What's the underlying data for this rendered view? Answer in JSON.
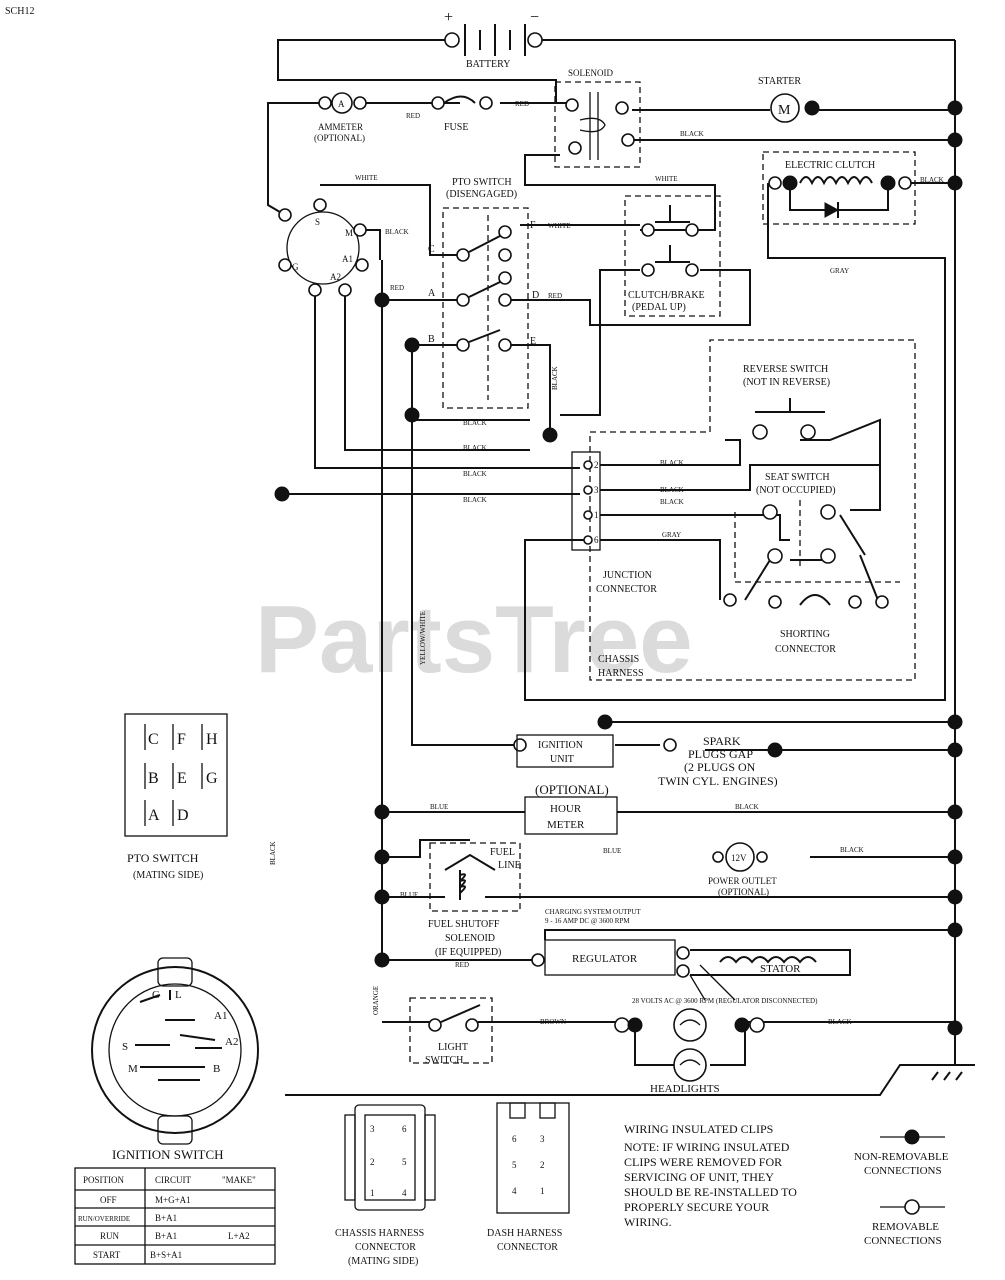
{
  "diagram_id": "SCH12",
  "watermark": "PartsTree",
  "battery": {
    "label": "BATTERY",
    "plus": "+",
    "minus": "−"
  },
  "solenoid": "SOLENOID",
  "starter": {
    "label": "STARTER",
    "symbol": "M"
  },
  "ammeter": {
    "label_line1": "AMMETER",
    "label_line2": "(OPTIONAL)",
    "symbol": "A"
  },
  "fuse": "FUSE",
  "pto_switch_top": {
    "line1": "PTO SWITCH",
    "line2": "(DISENGAGED)"
  },
  "electric_clutch": "ELECTRIC CLUTCH",
  "clutch_brake": {
    "line1": "CLUTCH/BRAKE",
    "line2": "(PEDAL UP)"
  },
  "reverse_switch": {
    "line1": "REVERSE SWITCH",
    "line2": "(NOT IN REVERSE)"
  },
  "seat_switch": {
    "line1": "SEAT SWITCH",
    "line2": "(NOT OCCUPIED)"
  },
  "junction_connector": {
    "line1": "JUNCTION",
    "line2": "CONNECTOR"
  },
  "shorting_connector": {
    "line1": "SHORTING",
    "line2": "CONNECTOR"
  },
  "chassis_harness": {
    "line1": "CHASSIS",
    "line2": "HARNESS"
  },
  "ignition_unit": {
    "line1": "IGNITION",
    "line2": "UNIT"
  },
  "spark_plugs": {
    "line1": "SPARK",
    "line2": "PLUGS GAP",
    "line3": "(2 PLUGS ON",
    "line4": "TWIN CYL. ENGINES)"
  },
  "hour_meter": {
    "optional": "(OPTIONAL)",
    "line1": "HOUR",
    "line2": "METER"
  },
  "fuel_line": {
    "line1": "FUEL",
    "line2": "LINE"
  },
  "power_outlet": {
    "symbol": "12V",
    "line1": "POWER OUTLET",
    "line2": "(OPTIONAL)"
  },
  "fuel_shutoff": {
    "line1": "FUEL SHUTOFF",
    "line2": "SOLENOID",
    "line3": "(IF EQUIPPED)"
  },
  "charging_output": {
    "line1": "CHARGING SYSTEM OUTPUT",
    "line2": "9 - 16 AMP DC @ 3600 RPM"
  },
  "regulator": "REGULATOR",
  "stator": "STATOR",
  "stator_note": "28 VOLTS AC @ 3600 RPM (REGULATOR DISCONNECTED)",
  "light_switch": {
    "line1": "LIGHT",
    "line2": "SWITCH"
  },
  "headlights": "HEADLIGHTS",
  "wire_colors": {
    "red": "RED",
    "black": "BLACK",
    "white": "WHITE",
    "gray": "GRAY",
    "blue": "BLUE",
    "brown": "BROWN",
    "orange": "ORANGE",
    "yellow_white": "YELLOW/WHITE"
  },
  "terminals": {
    "pto": [
      "C",
      "A",
      "B",
      "F",
      "D",
      "E"
    ],
    "ignition": [
      "S",
      "M",
      "G",
      "A1",
      "A2"
    ],
    "junction": [
      "2",
      "3",
      "1",
      "6"
    ]
  },
  "pto_switch_mating": {
    "rows": [
      [
        "C",
        "F",
        "H"
      ],
      [
        "B",
        "E",
        "G"
      ],
      [
        "A",
        "D"
      ]
    ],
    "title": "PTO SWITCH",
    "subtitle": "(MATING SIDE)"
  },
  "ignition_switch": {
    "title": "IGNITION SWITCH",
    "labels": [
      "G",
      "L",
      "A1",
      "A2",
      "S",
      "M",
      "B"
    ],
    "table": {
      "headers": [
        "POSITION",
        "CIRCUIT",
        "\"MAKE\""
      ],
      "rows": [
        {
          "position": "OFF",
          "circuit": "M+G+A1",
          "extra": ""
        },
        {
          "position": "RUN/OVERRIDE",
          "circuit": "B+A1",
          "extra": ""
        },
        {
          "position": "RUN",
          "circuit": "B+A1",
          "extra": "L+A2"
        },
        {
          "position": "START",
          "circuit": "B+S+A1",
          "extra": ""
        }
      ]
    }
  },
  "chassis_connector": {
    "pins": [
      "3",
      "6",
      "2",
      "5",
      "1",
      "4"
    ],
    "line1": "CHASSIS HARNESS",
    "line2": "CONNECTOR",
    "line3": "(MATING SIDE)"
  },
  "dash_connector": {
    "pins": [
      "6",
      "3",
      "5",
      "2",
      "4",
      "1"
    ],
    "line1": "DASH HARNESS",
    "line2": "CONNECTOR"
  },
  "note": {
    "line1": "WIRING INSULATED CLIPS",
    "line2": "NOTE: IF WIRING INSULATED",
    "line3": "CLIPS WERE REMOVED FOR",
    "line4": "SERVICING OF UNIT, THEY",
    "line5": "SHOULD BE RE-INSTALLED TO",
    "line6": "PROPERLY SECURE YOUR",
    "line7": "WIRING."
  },
  "legend": {
    "non_removable_line1": "NON-REMOVABLE",
    "non_removable_line2": "CONNECTIONS",
    "removable_line1": "REMOVABLE",
    "removable_line2": "CONNECTIONS"
  }
}
